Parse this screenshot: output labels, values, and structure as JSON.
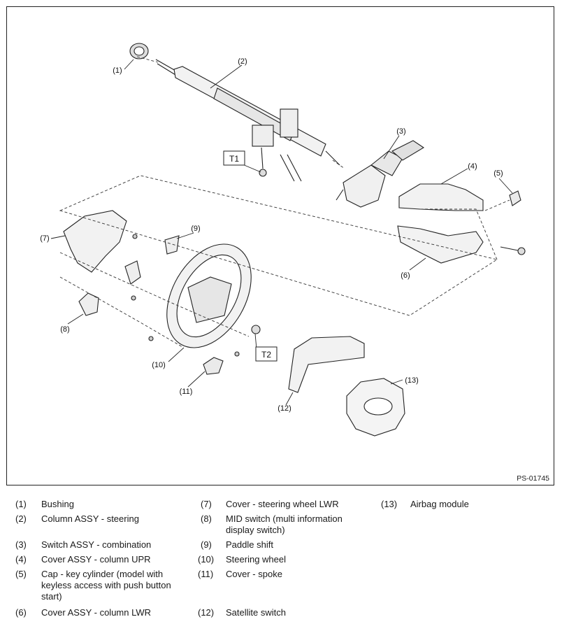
{
  "figure": {
    "id": "PS-01745",
    "callouts": [
      "(1)",
      "(2)",
      "(3)",
      "(4)",
      "(5)",
      "(6)",
      "(7)",
      "(8)",
      "(9)",
      "(10)",
      "(11)",
      "(12)",
      "(13)"
    ],
    "torque_tags": [
      "T1",
      "T2"
    ]
  },
  "legend": [
    {
      "num": "(1)",
      "text": "Bushing"
    },
    {
      "num": "(2)",
      "text": "Column ASSY - steering"
    },
    {
      "num": "(3)",
      "text": "Switch ASSY - combination"
    },
    {
      "num": "(4)",
      "text": "Cover ASSY - column UPR"
    },
    {
      "num": "(5)",
      "text": "Cap - key cylinder (model with keyless access with push button start)"
    },
    {
      "num": "(6)",
      "text": "Cover ASSY - column LWR"
    },
    {
      "num": "(7)",
      "text": "Cover - steering wheel LWR"
    },
    {
      "num": "(8)",
      "text": "MID switch (multi information display switch)"
    },
    {
      "num": "(9)",
      "text": "Paddle shift"
    },
    {
      "num": "(10)",
      "text": "Steering wheel"
    },
    {
      "num": "(11)",
      "text": "Cover - spoke"
    },
    {
      "num": "(12)",
      "text": "Satellite switch"
    },
    {
      "num": "(13)",
      "text": "Airbag module"
    }
  ]
}
